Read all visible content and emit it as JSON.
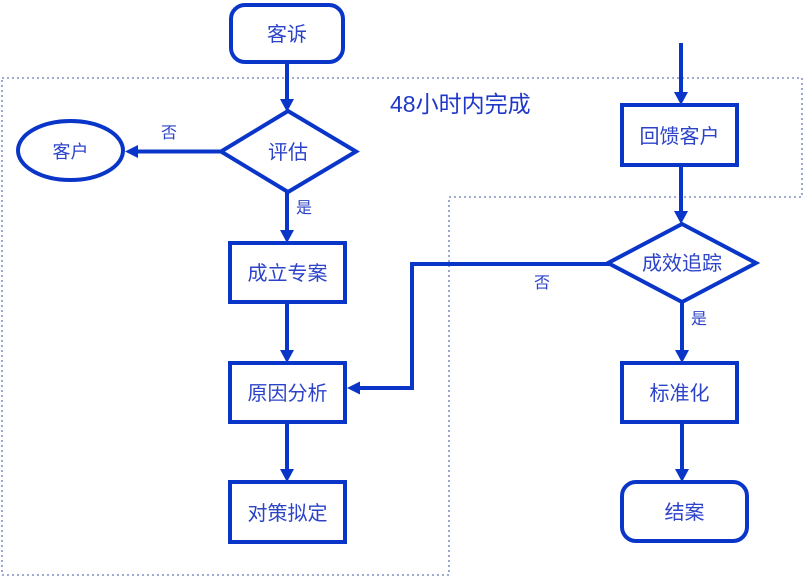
{
  "diagram": {
    "region_label": "48小时内完成",
    "nodes": {
      "complaint": {
        "label": "客诉",
        "shape": "rounded-rect"
      },
      "customer": {
        "label": "客户",
        "shape": "ellipse"
      },
      "evaluate": {
        "label": "评估",
        "shape": "diamond"
      },
      "establish_project": {
        "label": "成立专案",
        "shape": "rect"
      },
      "cause_analysis": {
        "label": "原因分析",
        "shape": "rect"
      },
      "countermeasure": {
        "label": "对策拟定",
        "shape": "rect"
      },
      "feedback_customer": {
        "label": "回馈客户",
        "shape": "rect"
      },
      "effect_tracking": {
        "label": "成效追踪",
        "shape": "diamond"
      },
      "standardization": {
        "label": "标准化",
        "shape": "rect"
      },
      "close_case": {
        "label": "结案",
        "shape": "rounded-rect"
      }
    },
    "edge_labels": {
      "evaluate_no": "否",
      "evaluate_yes": "是",
      "tracking_no": "否",
      "tracking_yes": "是"
    },
    "colors": {
      "shape_stroke": "#0a35c9",
      "text_color": "#2c43c9",
      "region_border": "#8091c4",
      "region_label_color": "#2038c8"
    }
  }
}
